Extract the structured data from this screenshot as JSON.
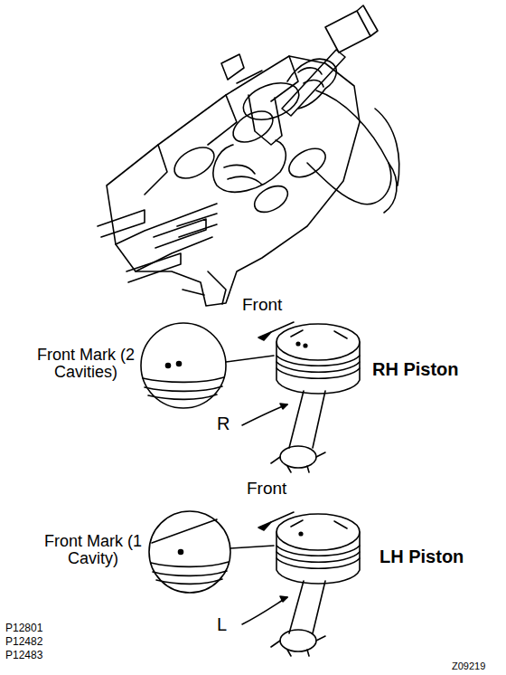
{
  "diagram": {
    "labels": [
      "Front",
      "Front Mark (2 Cavities)",
      "RH Piston",
      "R",
      "Front",
      "Front Mark (1 Cavity)",
      "LH Piston",
      "L",
      "P12801",
      "P12482",
      "P12483",
      "Z09219"
    ]
  }
}
